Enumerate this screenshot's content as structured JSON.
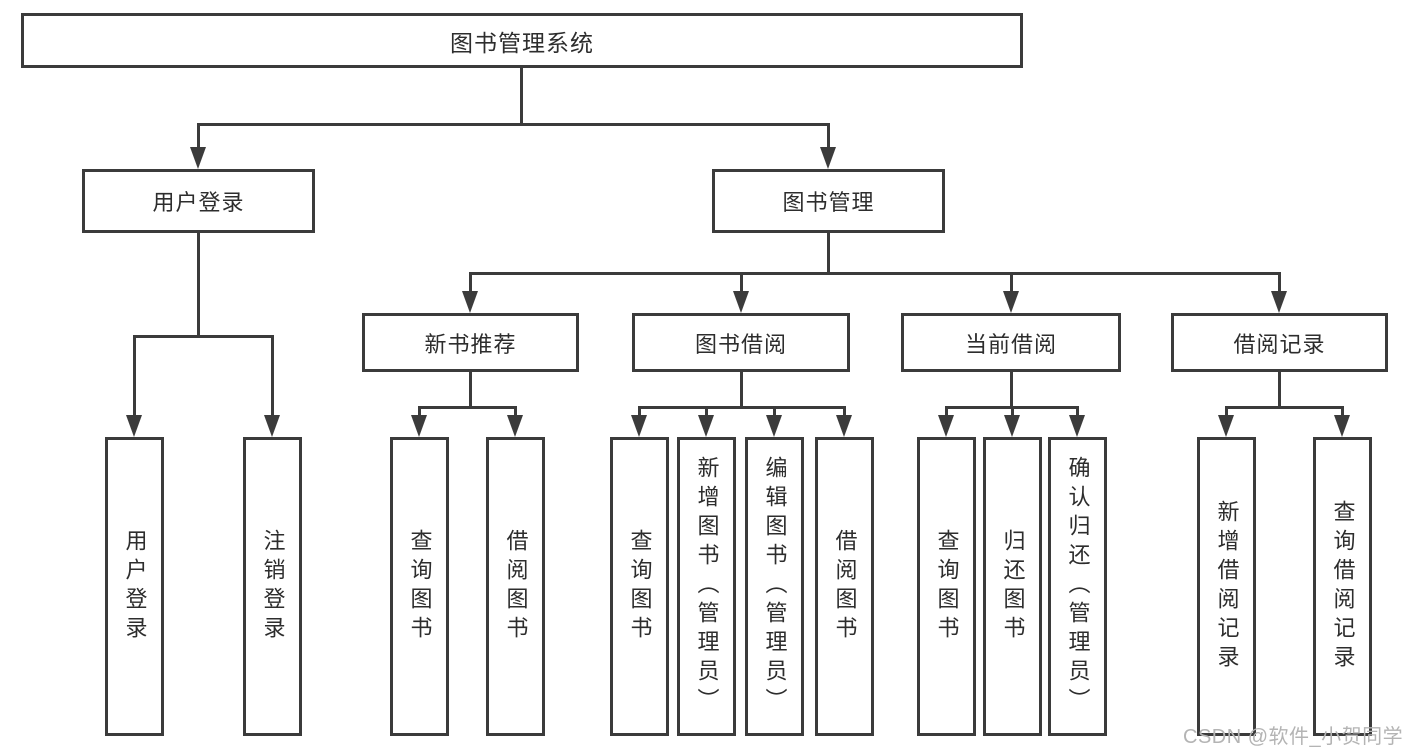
{
  "diagram": {
    "title": "图书管理系统"
  },
  "root": {
    "label": "图书管理系统"
  },
  "level2": [
    {
      "label": "用户登录"
    },
    {
      "label": "图书管理"
    }
  ],
  "level3": [
    {
      "label": "新书推荐"
    },
    {
      "label": "图书借阅"
    },
    {
      "label": "当前借阅"
    },
    {
      "label": "借阅记录"
    }
  ],
  "leaves": {
    "login": [
      "用户登录",
      "注销登录"
    ],
    "recommend": [
      "查询图书",
      "借阅图书"
    ],
    "borrow": [
      "查询图书",
      "新增图书（管理员）",
      "编辑图书（管理员）",
      "借阅图书"
    ],
    "current": [
      "查询图书",
      "归还图书",
      "确认归还（管理员）"
    ],
    "records": [
      "新增借阅记录",
      "查询借阅记录"
    ]
  },
  "watermark": "CSDN @软件_小贺同学",
  "colors": {
    "line": "#3b3b3b",
    "text": "#2d2d2d",
    "watermark": "#b4b4b4",
    "background": "#ffffff"
  }
}
